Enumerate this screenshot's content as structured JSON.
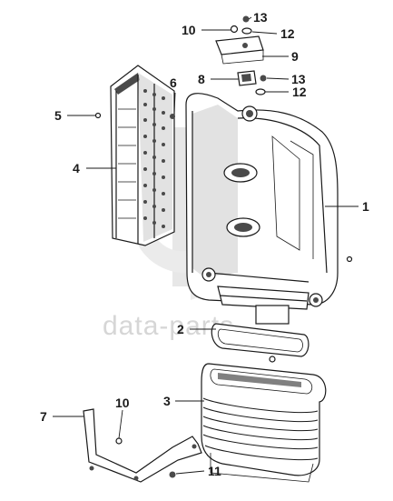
{
  "watermark": {
    "brand_text": "data-parts"
  },
  "callouts": [
    {
      "id": "c1",
      "number": "1"
    },
    {
      "id": "c2",
      "number": "2"
    },
    {
      "id": "c3",
      "number": "3"
    },
    {
      "id": "c4",
      "number": "4"
    },
    {
      "id": "c5",
      "number": "5"
    },
    {
      "id": "c6",
      "number": "6"
    },
    {
      "id": "c7",
      "number": "7"
    },
    {
      "id": "c8",
      "number": "8"
    },
    {
      "id": "c9",
      "number": "9"
    },
    {
      "id": "c10a",
      "number": "10"
    },
    {
      "id": "c10b",
      "number": "10"
    },
    {
      "id": "c11",
      "number": "11"
    },
    {
      "id": "c12a",
      "number": "12"
    },
    {
      "id": "c12b",
      "number": "12"
    },
    {
      "id": "c13a",
      "number": "13"
    },
    {
      "id": "c13b",
      "number": "13"
    }
  ],
  "colors": {
    "line": "#1a1a1a",
    "watermark": "#d6d6d6",
    "background": "#ffffff"
  }
}
